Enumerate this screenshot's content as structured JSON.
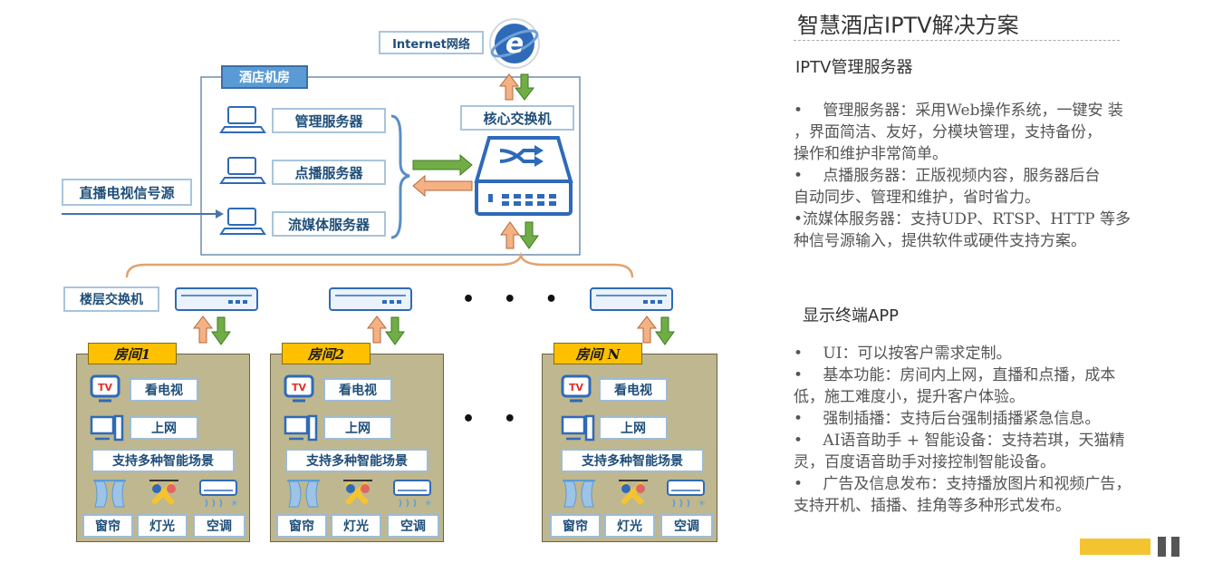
{
  "diagram": {
    "internet_label": "Internet网络",
    "machine_room_label": "酒店机房",
    "servers": [
      "管理服务器",
      "点播服务器",
      "流媒体服务器"
    ],
    "core_switch_label": "核心交换机",
    "live_source_label": "直播电视信号源",
    "floor_switch_label": "楼层交换机",
    "ellipsis": "• • •",
    "rooms": [
      {
        "name": "房间1",
        "tv": "看电视",
        "net": "上网",
        "smart": "支持多种智能场景",
        "devices": [
          "窗帘",
          "灯光",
          "空调"
        ]
      },
      {
        "name": "房间2",
        "tv": "看电视",
        "net": "上网",
        "smart": "支持多种智能场景",
        "devices": [
          "窗帘",
          "灯光",
          "空调"
        ]
      },
      {
        "name": "房间 N",
        "tv": "看电视",
        "net": "上网",
        "smart": "支持多种智能场景",
        "devices": [
          "窗帘",
          "灯光",
          "空调"
        ]
      }
    ],
    "tv_icon_text": "TV"
  },
  "panel": {
    "title": "智慧酒店IPTV解决方案",
    "section1_title": "IPTV管理服务器",
    "section1_lines": [
      "•　 管理服务器：采用Web操作系统，一键安  装",
      "，界面简洁、友好，分模块管理，支持备份，",
      "操作和维护非常简单。",
      "•　 点播服务器：正版视频内容，服务器后台",
      "自动同步、管理和维护，省时省力。",
      "•流媒体服务器：支持UDP、RTSP、HTTP  等多",
      "种信号源输入，提供软件或硬件支持方案。"
    ],
    "section2_title": "显示终端APP",
    "section2_lines": [
      "•　 UI：可以按客户需求定制。",
      "•　 基本功能：房间内上网，直播和点播，成本",
      "低，施工难度小，提升客户体验。",
      "•　 强制插播：支持后台强制插播紧急信息。",
      "•　 AI语音助手 + 智能设备：支持若琪，天猫精",
      "灵，百度语音助手对接控制智能设备。",
      "•　 广告及信息发布：支持播放图片和视频广告，",
      "支持开机、插播、挂角等多种形式发布。"
    ],
    "accent_color": "#f4c430",
    "pause_color": "#555555"
  }
}
